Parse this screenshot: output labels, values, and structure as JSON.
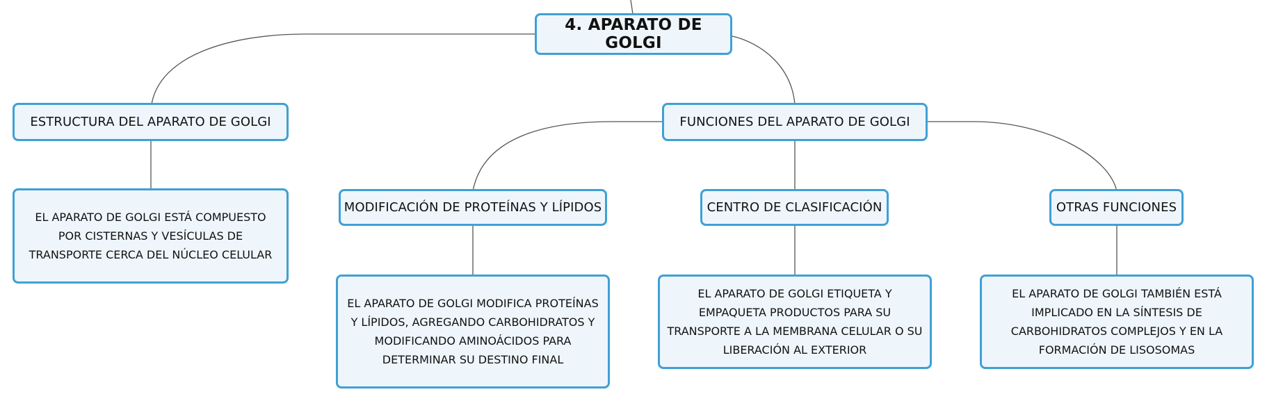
{
  "diagram": {
    "type": "mind-map",
    "colors": {
      "node_fill": "#eef6fc",
      "node_border": "#3fa0d4",
      "connector": "#555555",
      "text": "#111111"
    },
    "root": {
      "label": "4. APARATO DE GOLGI"
    },
    "structure": {
      "label": "ESTRUCTURA DEL APARATO DE GOLGI",
      "detail": "EL APARATO DE GOLGI ESTÁ COMPUESTO\nPOR CISTERNAS Y VESÍCULAS DE\nTRANSPORTE CERCA DEL NÚCLEO CELULAR"
    },
    "functions": {
      "label": "FUNCIONES DEL APARATO DE GOLGI",
      "children": [
        {
          "label": "MODIFICACIÓN DE PROTEÍNAS Y LÍPIDOS",
          "detail": "EL APARATO DE GOLGI MODIFICA PROTEÍNAS\nY LÍPIDOS, AGREGANDO CARBOHIDRATOS Y\nMODIFICANDO AMINOÁCIDOS PARA\nDETERMINAR SU DESTINO FINAL"
        },
        {
          "label": "CENTRO DE CLASIFICACIÓN",
          "detail": "EL APARATO DE GOLGI ETIQUETA Y\nEMPAQUETA PRODUCTOS PARA SU\nTRANSPORTE A LA MEMBRANA CELULAR O SU\nLIBERACIÓN AL EXTERIOR"
        },
        {
          "label": "OTRAS FUNCIONES",
          "detail": "EL APARATO DE GOLGI TAMBIÉN ESTÁ\nIMPLICADO EN LA SÍNTESIS DE\nCARBOHIDRATOS COMPLEJOS Y EN LA\nFORMACIÓN DE LISOSOMAS"
        }
      ]
    }
  }
}
